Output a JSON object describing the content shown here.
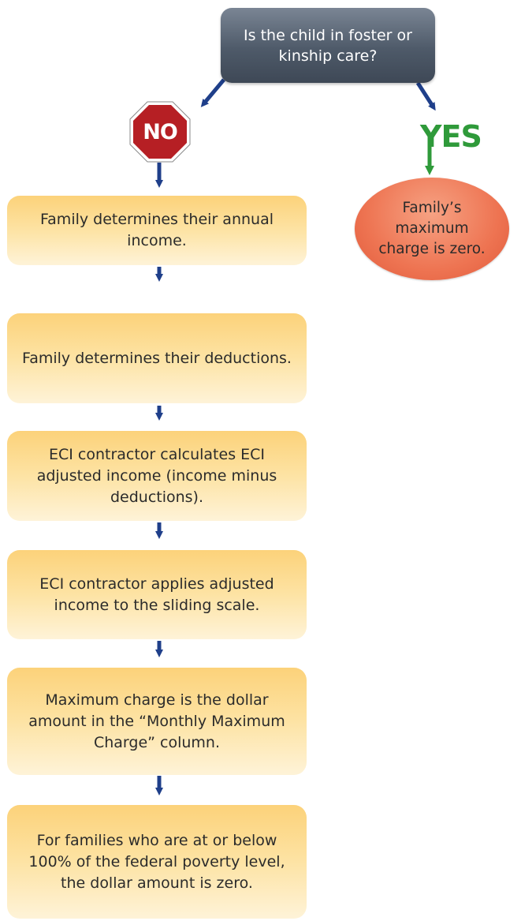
{
  "question": "Is the child in foster or kinship care?",
  "no_label": "NO",
  "yes_label": "YES",
  "yes_result": "Family’s maximum charge is zero.",
  "steps": [
    "Family determines their annual income.",
    "Family determines their deductions.",
    "ECI contractor calculates ECI adjusted income (income minus deductions).",
    "ECI contractor applies adjusted income to the sliding scale.",
    "Maximum charge is the dollar amount in the “Monthly Maximum Charge” column.",
    "For families who are at or below 100% of the federal poverty level, the dollar amount is zero."
  ],
  "colors": {
    "arrow": "#1f3f8a",
    "yes_green": "#2f9a3a",
    "stop_red": "#b61f24",
    "question_box": "#4e5a69",
    "step_box": "#fcd27a",
    "result_oval": "#ee7452"
  }
}
